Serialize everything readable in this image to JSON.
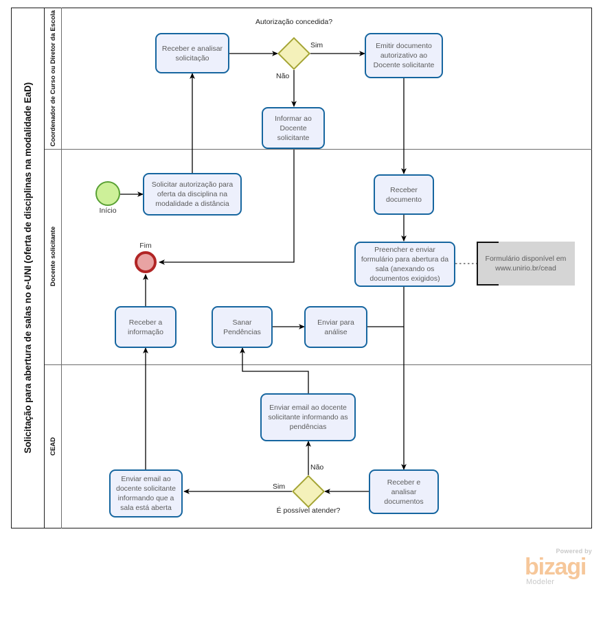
{
  "pool": {
    "title": "Solicitação para abertura de salas no e-UNI (oferta de disciplinas na modalidade EaD)"
  },
  "lanes": [
    {
      "id": "lane-coordenador",
      "label": "Coordenador de Curso ou Diretor da Escola"
    },
    {
      "id": "lane-docente",
      "label": "Docente  solicitante"
    },
    {
      "id": "lane-cead",
      "label": "CEAD"
    }
  ],
  "tasks": {
    "receber_analisar_solicitacao": "Receber  e analisar solicitação",
    "emitir_documento": "Emitir documento autorizativo ao Docente solicitante",
    "informar_docente": "Informar ao Docente solicitante",
    "solicitar_autorizacao": "Solicitar autorização para oferta da disciplina na modalidade a distância",
    "receber_documento": "Receber documento",
    "preencher_enviar_formulario": "Preencher e enviar formulário para abertura da sala (anexando os documentos exigidos)",
    "receber_informacao": "Receber a informação",
    "sanar_pendencias": "Sanar Pendências",
    "enviar_para_analise": "Enviar para análise",
    "enviar_email_pendencias": "Enviar email ao docente solicitante informando as pendências",
    "enviar_email_sala_aberta": "Enviar email ao docente solicitante informando que a sala está aberta",
    "receber_analisar_documentos": "Receber e analisar documentos"
  },
  "gateways": {
    "autorizacao_concedida": "Autorização concedida?",
    "possivel_atender": "É possível atender?"
  },
  "events": {
    "inicio": "Início",
    "fim": "Fim"
  },
  "flow_labels": {
    "sim_autorizacao": "Sim",
    "nao_autorizacao": "Não",
    "sim_atender": "Sim",
    "nao_atender": "Não"
  },
  "annotations": {
    "formulario": "Formulário disponível em www.unirio.br/cead"
  },
  "logo": {
    "powered_by": "Powered by",
    "name": "bizagi",
    "product": "Modeler"
  },
  "colors": {
    "task_fill": "#edf0fc",
    "task_border": "#15659f",
    "gateway_fill": "#f4f1ba",
    "gateway_border": "#a4a435",
    "start_fill": "#cdf099",
    "start_border": "#58a033",
    "end_fill": "#e8a3a3",
    "end_border": "#b12525",
    "annotation_fill": "#d5d5d5",
    "logo_accent": "#f6c79a"
  }
}
